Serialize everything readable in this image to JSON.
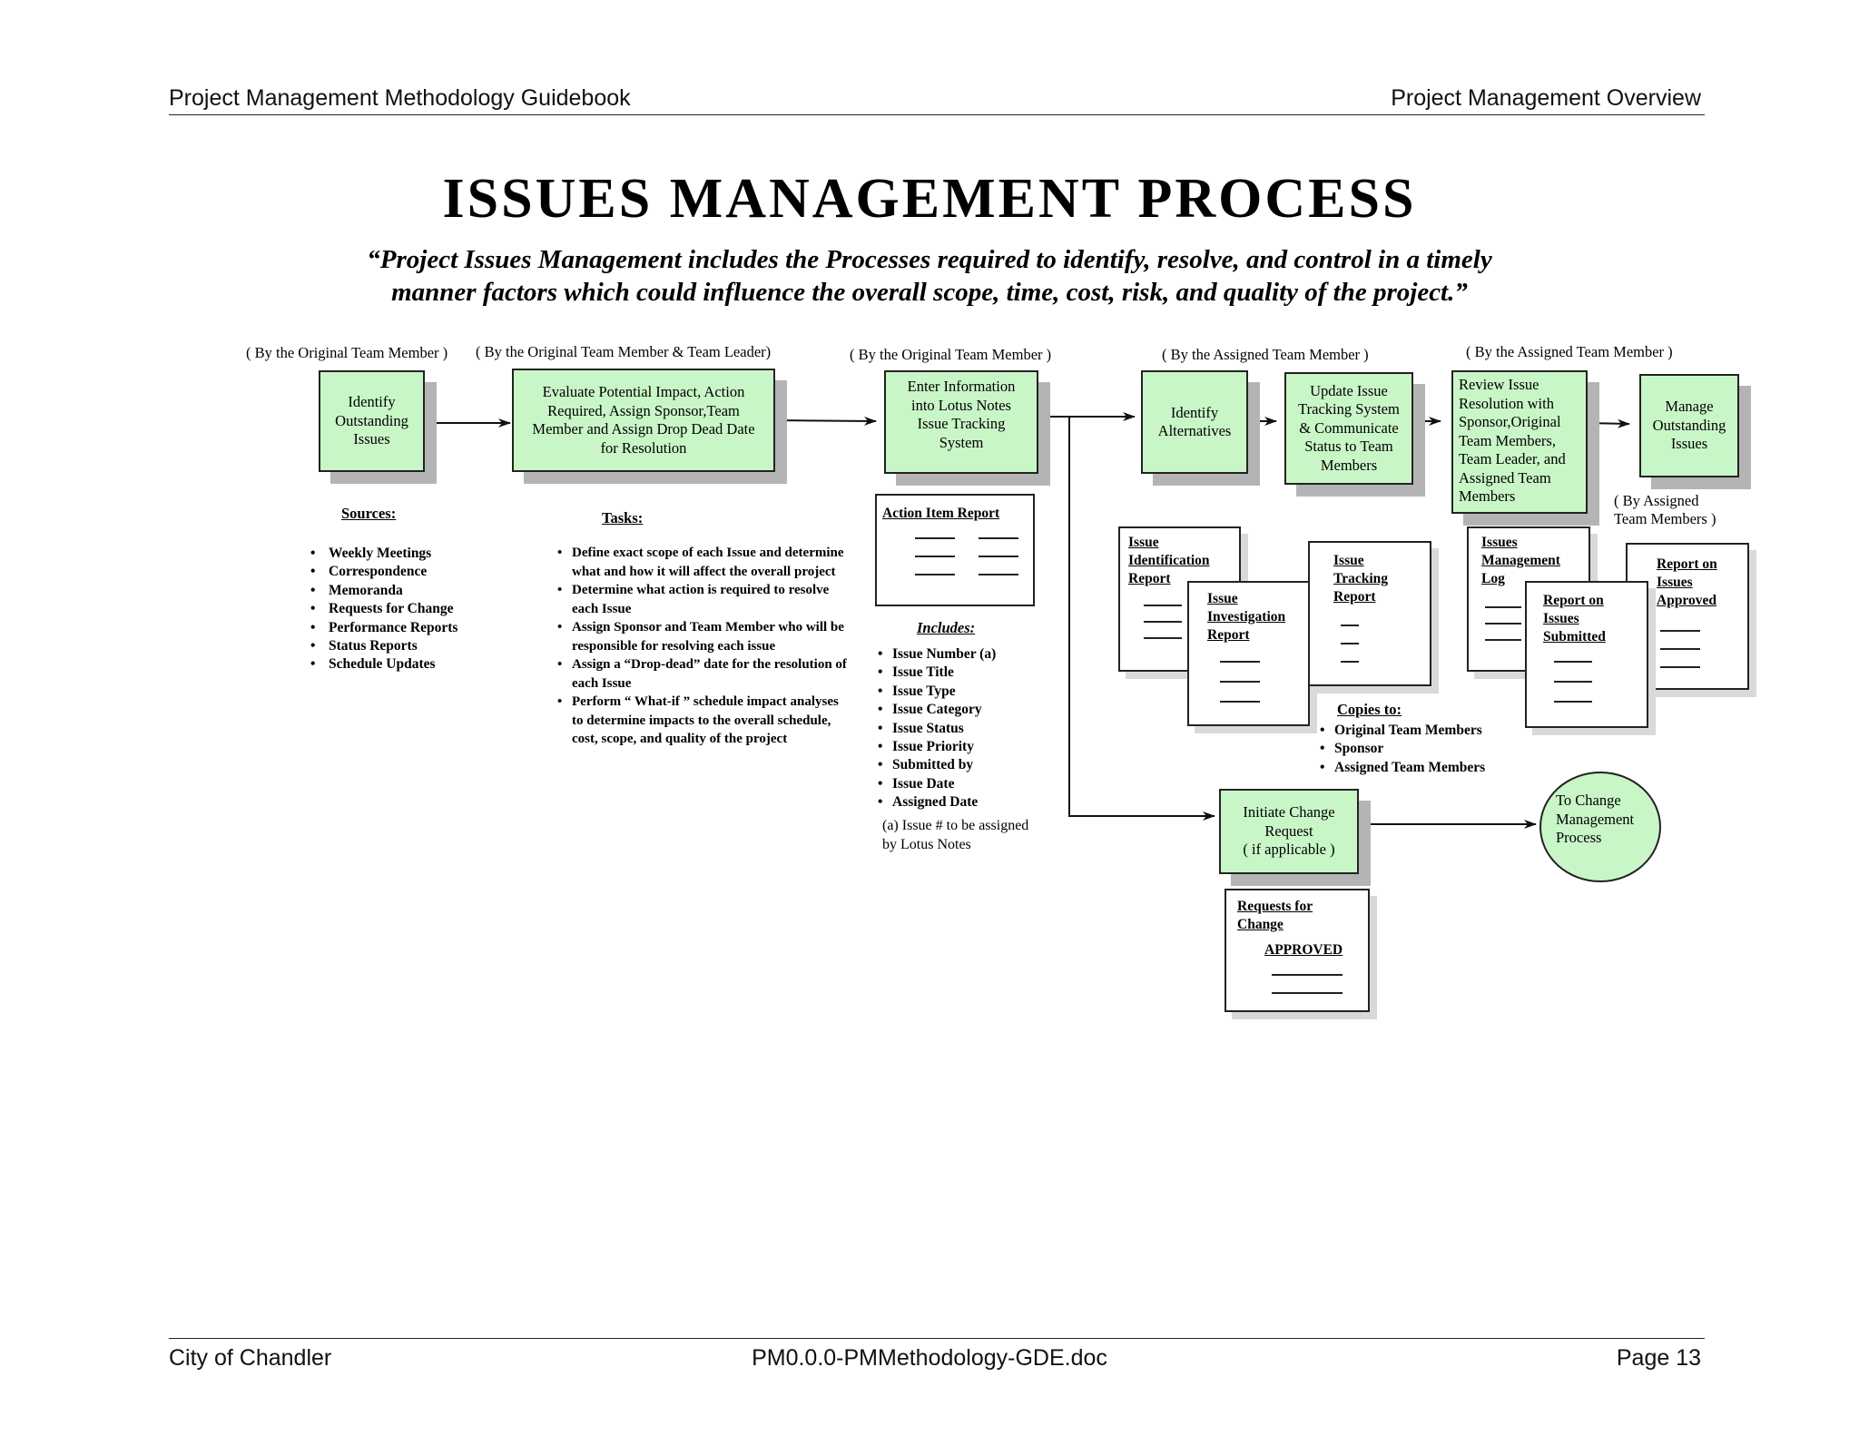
{
  "header": {
    "left": "Project Management Methodology Guidebook",
    "right": "Project Management Overview"
  },
  "title": "ISSUES MANAGEMENT PROCESS",
  "quote": {
    "line1": "“Project Issues Management includes the Processes required to identify, resolve, and control in a timely",
    "line2": "manner factors which could influence the overall scope, time, cost, risk, and quality of the project.”"
  },
  "roles": {
    "r1": "( By the Original Team Member )",
    "r2": "( By the Original Team Member & Team Leader)",
    "r3": "( By the Original Team Member )",
    "r4": "( By the Assigned Team Member )",
    "r5": "( By the Assigned Team Member )",
    "r6": "( By Assigned\n   Team Members )"
  },
  "steps": {
    "identify_issues": "Identify\nOutstanding\nIssues",
    "evaluate": "Evaluate Potential Impact, Action\nRequired, Assign Sponsor,Team\nMember and Assign Drop Dead Date\nfor Resolution",
    "enter_info": "Enter Information\ninto Lotus Notes\nIssue Tracking\nSystem",
    "identify_alternatives": "Identify\nAlternatives",
    "update_tracking": "Update Issue\nTracking System\n& Communicate\nStatus to Team\nMembers",
    "review_resolution": "Review Issue\nResolution with\nSponsor,Original\nTeam Members,\nTeam Leader, and\nAssigned Team\nMembers",
    "manage_issues": "Manage\nOutstanding\nIssues",
    "initiate_change": "Initiate Change\nRequest\n( if applicable )",
    "to_change": "To Change\nManagement\nProcess"
  },
  "sources": {
    "heading": "Sources:",
    "items": [
      "Weekly Meetings",
      "Correspondence",
      "Memoranda",
      "Requests for Change",
      "Performance Reports",
      "Status Reports",
      "Schedule Updates"
    ]
  },
  "tasks": {
    "heading": "Tasks:",
    "items": [
      "Define exact scope of each Issue and determine what and how it will affect the overall project",
      "Determine what action is required to resolve each Issue",
      "Assign Sponsor and Team Member who will be responsible for resolving each issue",
      "Assign a “Drop-dead” date for the resolution of each Issue",
      "Perform “ What-if ” schedule impact analyses to determine impacts to the overall schedule, cost, scope, and quality of the project"
    ]
  },
  "includes": {
    "heading": "Includes:",
    "items": [
      "Issue Number (a)",
      "Issue Title",
      "Issue Type",
      "Issue Category",
      "Issue Status",
      "Issue Priority",
      "Submitted by",
      "Issue Date",
      "Assigned Date"
    ],
    "note": "(a) Issue # to be assigned\n      by Lotus Notes"
  },
  "documents": {
    "action_item_report": "Action Item Report",
    "issue_identification_report": "Issue\nIdentification\nReport",
    "issue_investigation_report": "Issue\nInvestigation\nReport",
    "issue_tracking_report": "Issue\nTracking\nReport",
    "issues_management_log": "Issues\nManagement\nLog",
    "report_issues_submitted": "Report on\nIssues\nSubmitted",
    "report_issues_approved": "Report on\nIssues\nApproved",
    "requests_for_change": "Requests for\nChange",
    "approved_stamp": "APPROVED"
  },
  "copies": {
    "heading": "Copies to:",
    "items": [
      "Original Team Members",
      "Sponsor",
      "Assigned Team Members"
    ]
  },
  "footer": {
    "left": "City of Chandler",
    "center": "PM0.0.0-PMMethodology-GDE.doc",
    "right": "Page 13"
  },
  "colors": {
    "process_fill": "#c9f6c7",
    "shadow": "#b4b4b4",
    "stamp": "#d4202a"
  }
}
